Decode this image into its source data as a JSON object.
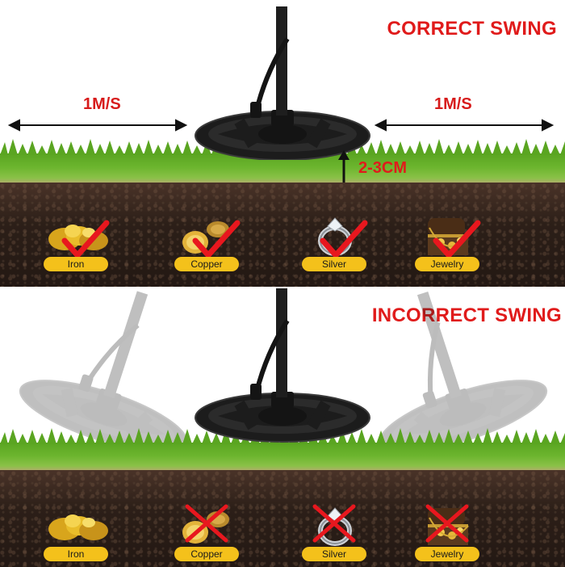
{
  "correct_swing": {
    "title": "CORRECT SWING",
    "speed_left": "1M/S",
    "speed_right": "1M/S",
    "depth": "2-3CM",
    "targets": [
      {
        "label": "Iron",
        "art": "gold-nugget-icon",
        "result": "check"
      },
      {
        "label": "Copper",
        "art": "coins-icon",
        "result": "check"
      },
      {
        "label": "Silver",
        "art": "ring-icon",
        "result": "check"
      },
      {
        "label": "Jewelry",
        "art": "treasure-chest-icon",
        "result": "check"
      }
    ]
  },
  "incorrect_swing": {
    "title": "INCORRECT SWING",
    "targets": [
      {
        "label": "Iron",
        "art": "gold-nugget-icon",
        "result": "none"
      },
      {
        "label": "Copper",
        "art": "coins-icon",
        "result": "cross"
      },
      {
        "label": "Silver",
        "art": "ring-icon",
        "result": "cross"
      },
      {
        "label": "Jewelry",
        "art": "treasure-chest-icon",
        "result": "cross"
      }
    ]
  },
  "colors": {
    "heading_red": "#e01b1b",
    "check_red": "#e8171e",
    "label_yellow": "#f4c11b",
    "grass_green": "#6cb52e",
    "soil_dark": "#2c1f18",
    "detector_black": "#1e1e1e"
  }
}
